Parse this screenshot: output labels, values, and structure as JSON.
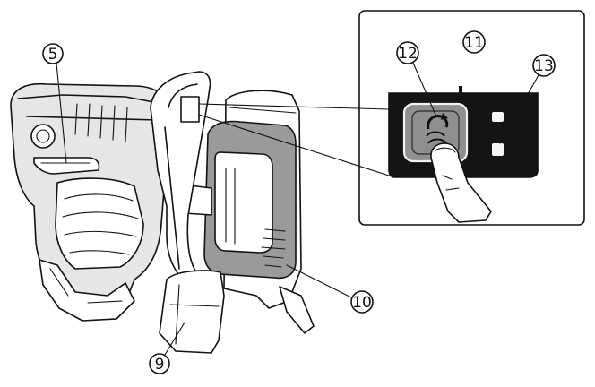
{
  "callouts": {
    "c5": "5",
    "c9": "9",
    "c10": "10",
    "c11": "11",
    "c12": "12",
    "c13": "13"
  },
  "colors": {
    "line": "#111111",
    "panel_dark": "#141414",
    "button_gray": "#8f8f8f",
    "body_light": "#e6e6e6",
    "battery_gray": "#9a9a9a"
  },
  "icons": [
    "rotate-arrow-icon",
    "finger-press-icon",
    "indicator-lamp-icon"
  ]
}
